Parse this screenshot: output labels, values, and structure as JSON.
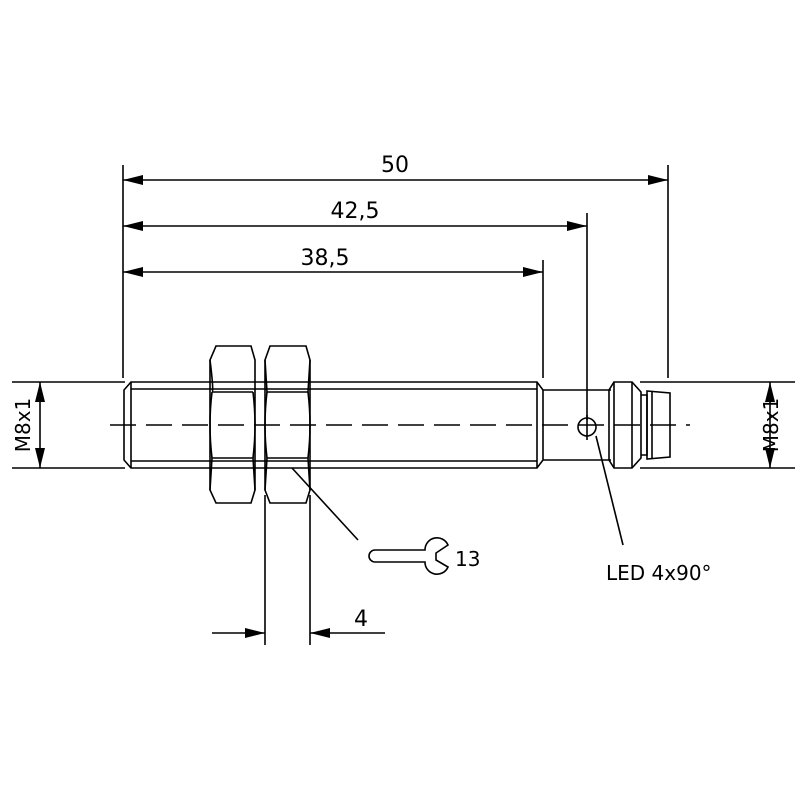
{
  "dimensions": {
    "overall_length": "50",
    "led_position": "42,5",
    "thread_length": "38,5",
    "nut_thickness": "4",
    "thread_left": "M8x1",
    "thread_right": "M8x1"
  },
  "annotations": {
    "wrench_size": "13",
    "led_label": "LED 4x90°"
  },
  "colors": {
    "line": "#000000",
    "background": "#ffffff"
  }
}
